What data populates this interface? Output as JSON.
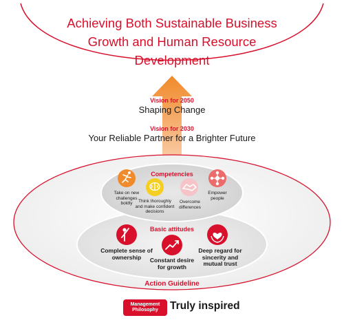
{
  "title": {
    "line1": "Achieving Both Sustainable Business",
    "line2": "Growth and Human Resource",
    "line3": "Development"
  },
  "vision2050": {
    "label": "Vision for 2050",
    "text": "Shaping Change"
  },
  "vision2030": {
    "label": "Vision for 2030",
    "text": "Your Reliable Partner for a Brighter Future"
  },
  "competencies": {
    "label": "Competencies",
    "items": [
      {
        "icon": "running-person-icon",
        "lines": [
          "Take on new",
          "challenges",
          "boldly"
        ]
      },
      {
        "icon": "brain-icon",
        "lines": [
          "Think thoroughly",
          "and make confident",
          "decisions"
        ]
      },
      {
        "icon": "handshake-icon",
        "lines": [
          "Overcome",
          "differences"
        ]
      },
      {
        "icon": "network-icon",
        "lines": [
          "Empower",
          "people"
        ]
      }
    ]
  },
  "basic_attitudes": {
    "label": "Basic attitudes",
    "items": [
      {
        "icon": "raised-hand-person-icon",
        "lines": [
          "Complete sense of",
          "ownership"
        ]
      },
      {
        "icon": "rising-arrow-runner-icon",
        "lines": [
          "Constant desire",
          "for growth"
        ]
      },
      {
        "icon": "heart-hands-icon",
        "lines": [
          "Deep regard for",
          "sincerity and",
          "mutual trust"
        ]
      }
    ]
  },
  "action_guideline": "Action Guideline",
  "management_philosophy": {
    "label_line1": "Management",
    "label_line2": "Philosophy",
    "text": "Truly inspired"
  },
  "colors": {
    "brand_red": "#d8102c",
    "orange": "#f08a2a",
    "gray_disc": "#d9d9d9"
  }
}
